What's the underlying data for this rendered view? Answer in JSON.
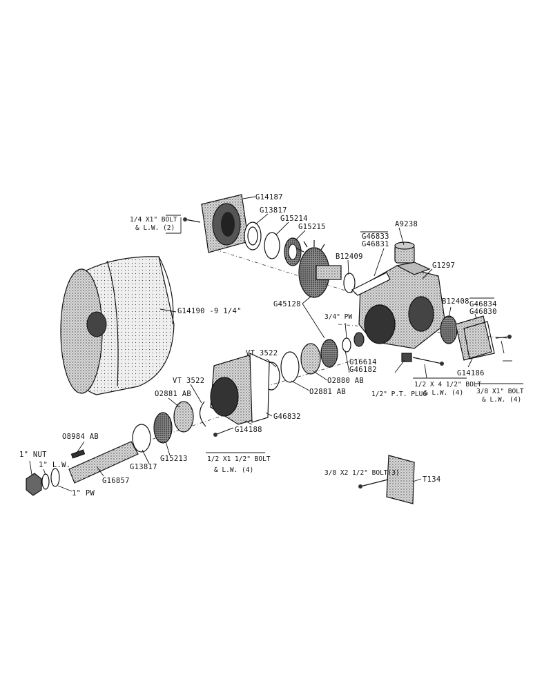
{
  "labels": {
    "g14187": "G14187",
    "bolt_quarter_a": "1/4 X1\" BOLT",
    "bolt_quarter_b": "& L.W. (2)",
    "g13817_top": "G13817",
    "g15214": "G15214",
    "g15215": "G15215",
    "a9238": "A9238",
    "g46833": "G46833",
    "g46831": "G46831",
    "b12409": "B12409",
    "g1297": "G1297",
    "g14190": "G14190 -9 1/4\"",
    "pw_three_quarter": "3/4\" PW",
    "g45128": "G45128",
    "b12408": "B12408",
    "g46834": "G46834",
    "g46830": "G46830",
    "vt3522_upper": "VT 3522",
    "g16614": "G16614",
    "g46182": "G46182",
    "o2880ab": "O2880 AB",
    "o2881ab_right": "O2881 AB",
    "g14186": "G14186",
    "bolt_half_4_a": "1/2 X 4 1/2\" BOLT",
    "bolt_half_4_b": "& L.W. (4)",
    "pt_plug": "1/2\" P.T. PLUG",
    "bolt_3_8_a": "3/8 X1\" BOLT",
    "bolt_3_8_b": "& L.W. (4)",
    "vt3522_lower": "VT 3522",
    "o2881ab_left": "O2881 AB",
    "g46832": "G46832",
    "g14188": "G14188",
    "o8984ab": "O8984 AB",
    "g15213": "G15213",
    "g13817_bottom": "G13817",
    "g16857": "G16857",
    "bolt_half_1_a": "1/2 X1 1/2\" BOLT",
    "bolt_half_1_b": "& L.W. (4)",
    "nut_1": "1\" NUT",
    "lw_1": "1\" L.W.",
    "pw_1": "1\" PW",
    "bolt_3_8_2_a": "3/8 X2 1/2\" BOLT(3)",
    "t134": "T134"
  }
}
